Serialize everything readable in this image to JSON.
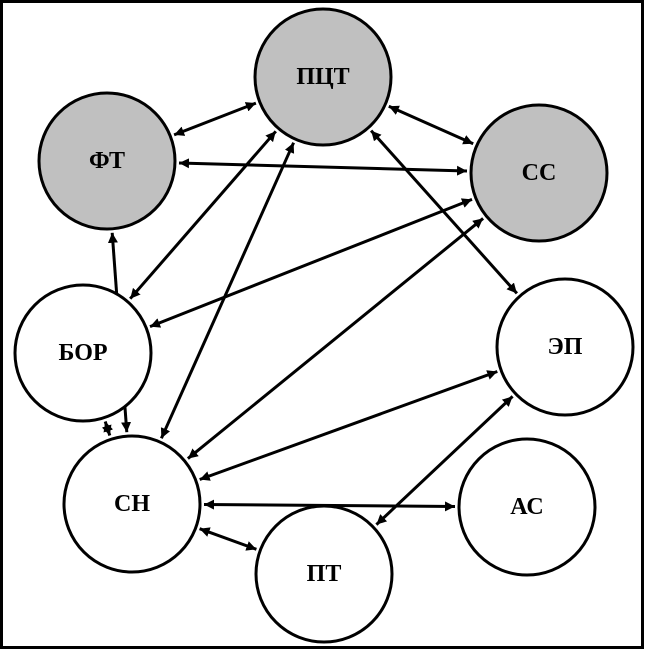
{
  "diagram": {
    "nodes": [
      {
        "id": "pct",
        "label": "ПЦТ",
        "fill": "#c0c0c0"
      },
      {
        "id": "ft",
        "label": "ФТ",
        "fill": "#c0c0c0"
      },
      {
        "id": "ss",
        "label": "СС",
        "fill": "#c0c0c0"
      },
      {
        "id": "bor",
        "label": "БОР",
        "fill": "#ffffff"
      },
      {
        "id": "ep",
        "label": "ЭП",
        "fill": "#ffffff"
      },
      {
        "id": "sn",
        "label": "СН",
        "fill": "#ffffff"
      },
      {
        "id": "as",
        "label": "АС",
        "fill": "#ffffff"
      },
      {
        "id": "pt",
        "label": "ПТ",
        "fill": "#ffffff"
      }
    ],
    "edges": [
      {
        "from": "ft",
        "to": "pct",
        "direction": "both"
      },
      {
        "from": "pct",
        "to": "ss",
        "direction": "both"
      },
      {
        "from": "ft",
        "to": "ss",
        "direction": "both"
      },
      {
        "from": "pct",
        "to": "bor",
        "direction": "both"
      },
      {
        "from": "pct",
        "to": "sn",
        "direction": "both"
      },
      {
        "from": "pct",
        "to": "ep",
        "direction": "both"
      },
      {
        "from": "ft",
        "to": "sn",
        "direction": "both"
      },
      {
        "from": "ss",
        "to": "bor",
        "direction": "both"
      },
      {
        "from": "ss",
        "to": "sn",
        "direction": "both"
      },
      {
        "from": "ep",
        "to": "sn",
        "direction": "both"
      },
      {
        "from": "ep",
        "to": "pt",
        "direction": "both"
      },
      {
        "from": "bor",
        "to": "sn",
        "direction": "both"
      },
      {
        "from": "sn",
        "to": "as",
        "direction": "both"
      },
      {
        "from": "sn",
        "to": "pt",
        "direction": "both"
      }
    ],
    "colors": {
      "stroke": "#000000",
      "shaded_node": "#c0c0c0",
      "plain_node": "#ffffff"
    }
  }
}
